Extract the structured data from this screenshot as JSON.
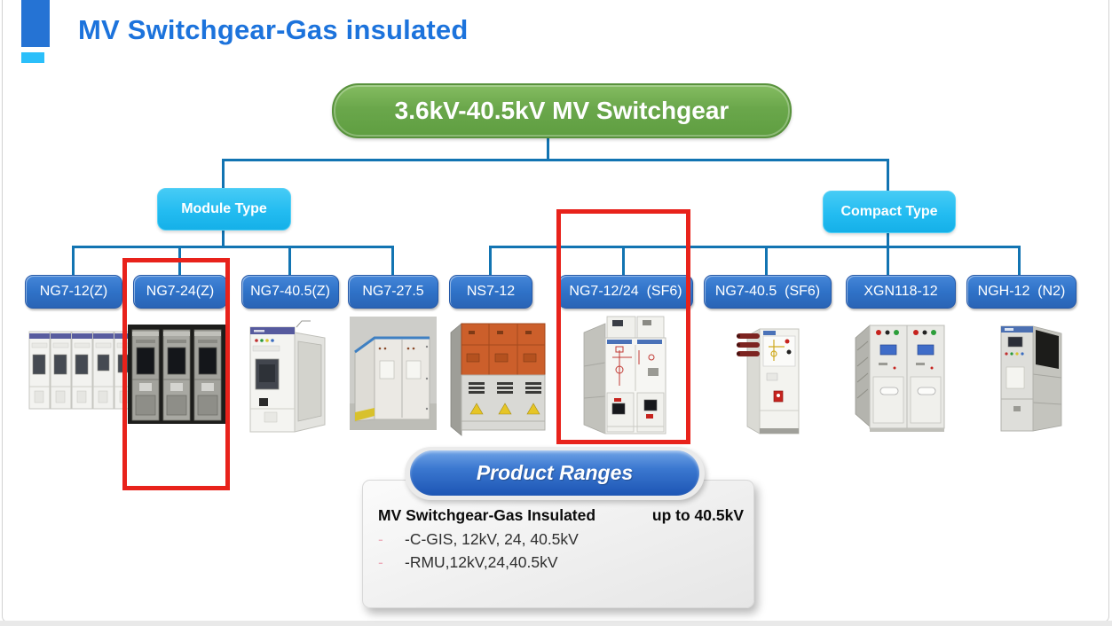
{
  "header": {
    "title": "MV Switchgear-Gas insulated"
  },
  "tree": {
    "root_label": "3.6kV-40.5kV MV Switchgear",
    "groups": [
      {
        "label": "Module Type"
      },
      {
        "label": "Compact Type"
      }
    ],
    "products": [
      {
        "label": "NG7-12(Z)",
        "group": "Module Type",
        "highlighted": false
      },
      {
        "label": "NG7-24(Z)",
        "group": "Module Type",
        "highlighted": true
      },
      {
        "label": "NG7-40.5(Z)",
        "group": "Module Type",
        "highlighted": false
      },
      {
        "label": "NG7-27.5",
        "group": "Module Type",
        "highlighted": false
      },
      {
        "label": "NS7-12",
        "group": "Compact Type",
        "highlighted": false
      },
      {
        "label": "NG7-12/24  (SF6)",
        "group": "Compact Type",
        "highlighted": true
      },
      {
        "label": "NG7-40.5  (SF6)",
        "group": "Compact Type",
        "highlighted": false
      },
      {
        "label": "XGN118-12",
        "group": "Compact Type",
        "highlighted": false
      },
      {
        "label": "NGH-12  (N2)",
        "group": "Compact Type",
        "highlighted": false
      }
    ]
  },
  "product_ranges": {
    "banner": "Product Ranges",
    "heading": "MV Switchgear-Gas Insulated",
    "heading_suffix": "up to 40.5kV",
    "bullet_marker": "-",
    "bullets": [
      "-C-GIS, 12kV, 24, 40.5kV",
      "-RMU,12kV,24,40.5kV"
    ]
  },
  "colors": {
    "title_blue": "#1C73DC",
    "accent_dark_blue": "#2573D4",
    "accent_light_blue": "#2BBFFA",
    "connector_blue": "#1274B2",
    "root_green": "#69A54A",
    "group_blue": "#29BEF2",
    "product_blue": "#2F72C8",
    "highlight_red": "#E8221B",
    "ranges_blue": "#2E6DC8"
  }
}
